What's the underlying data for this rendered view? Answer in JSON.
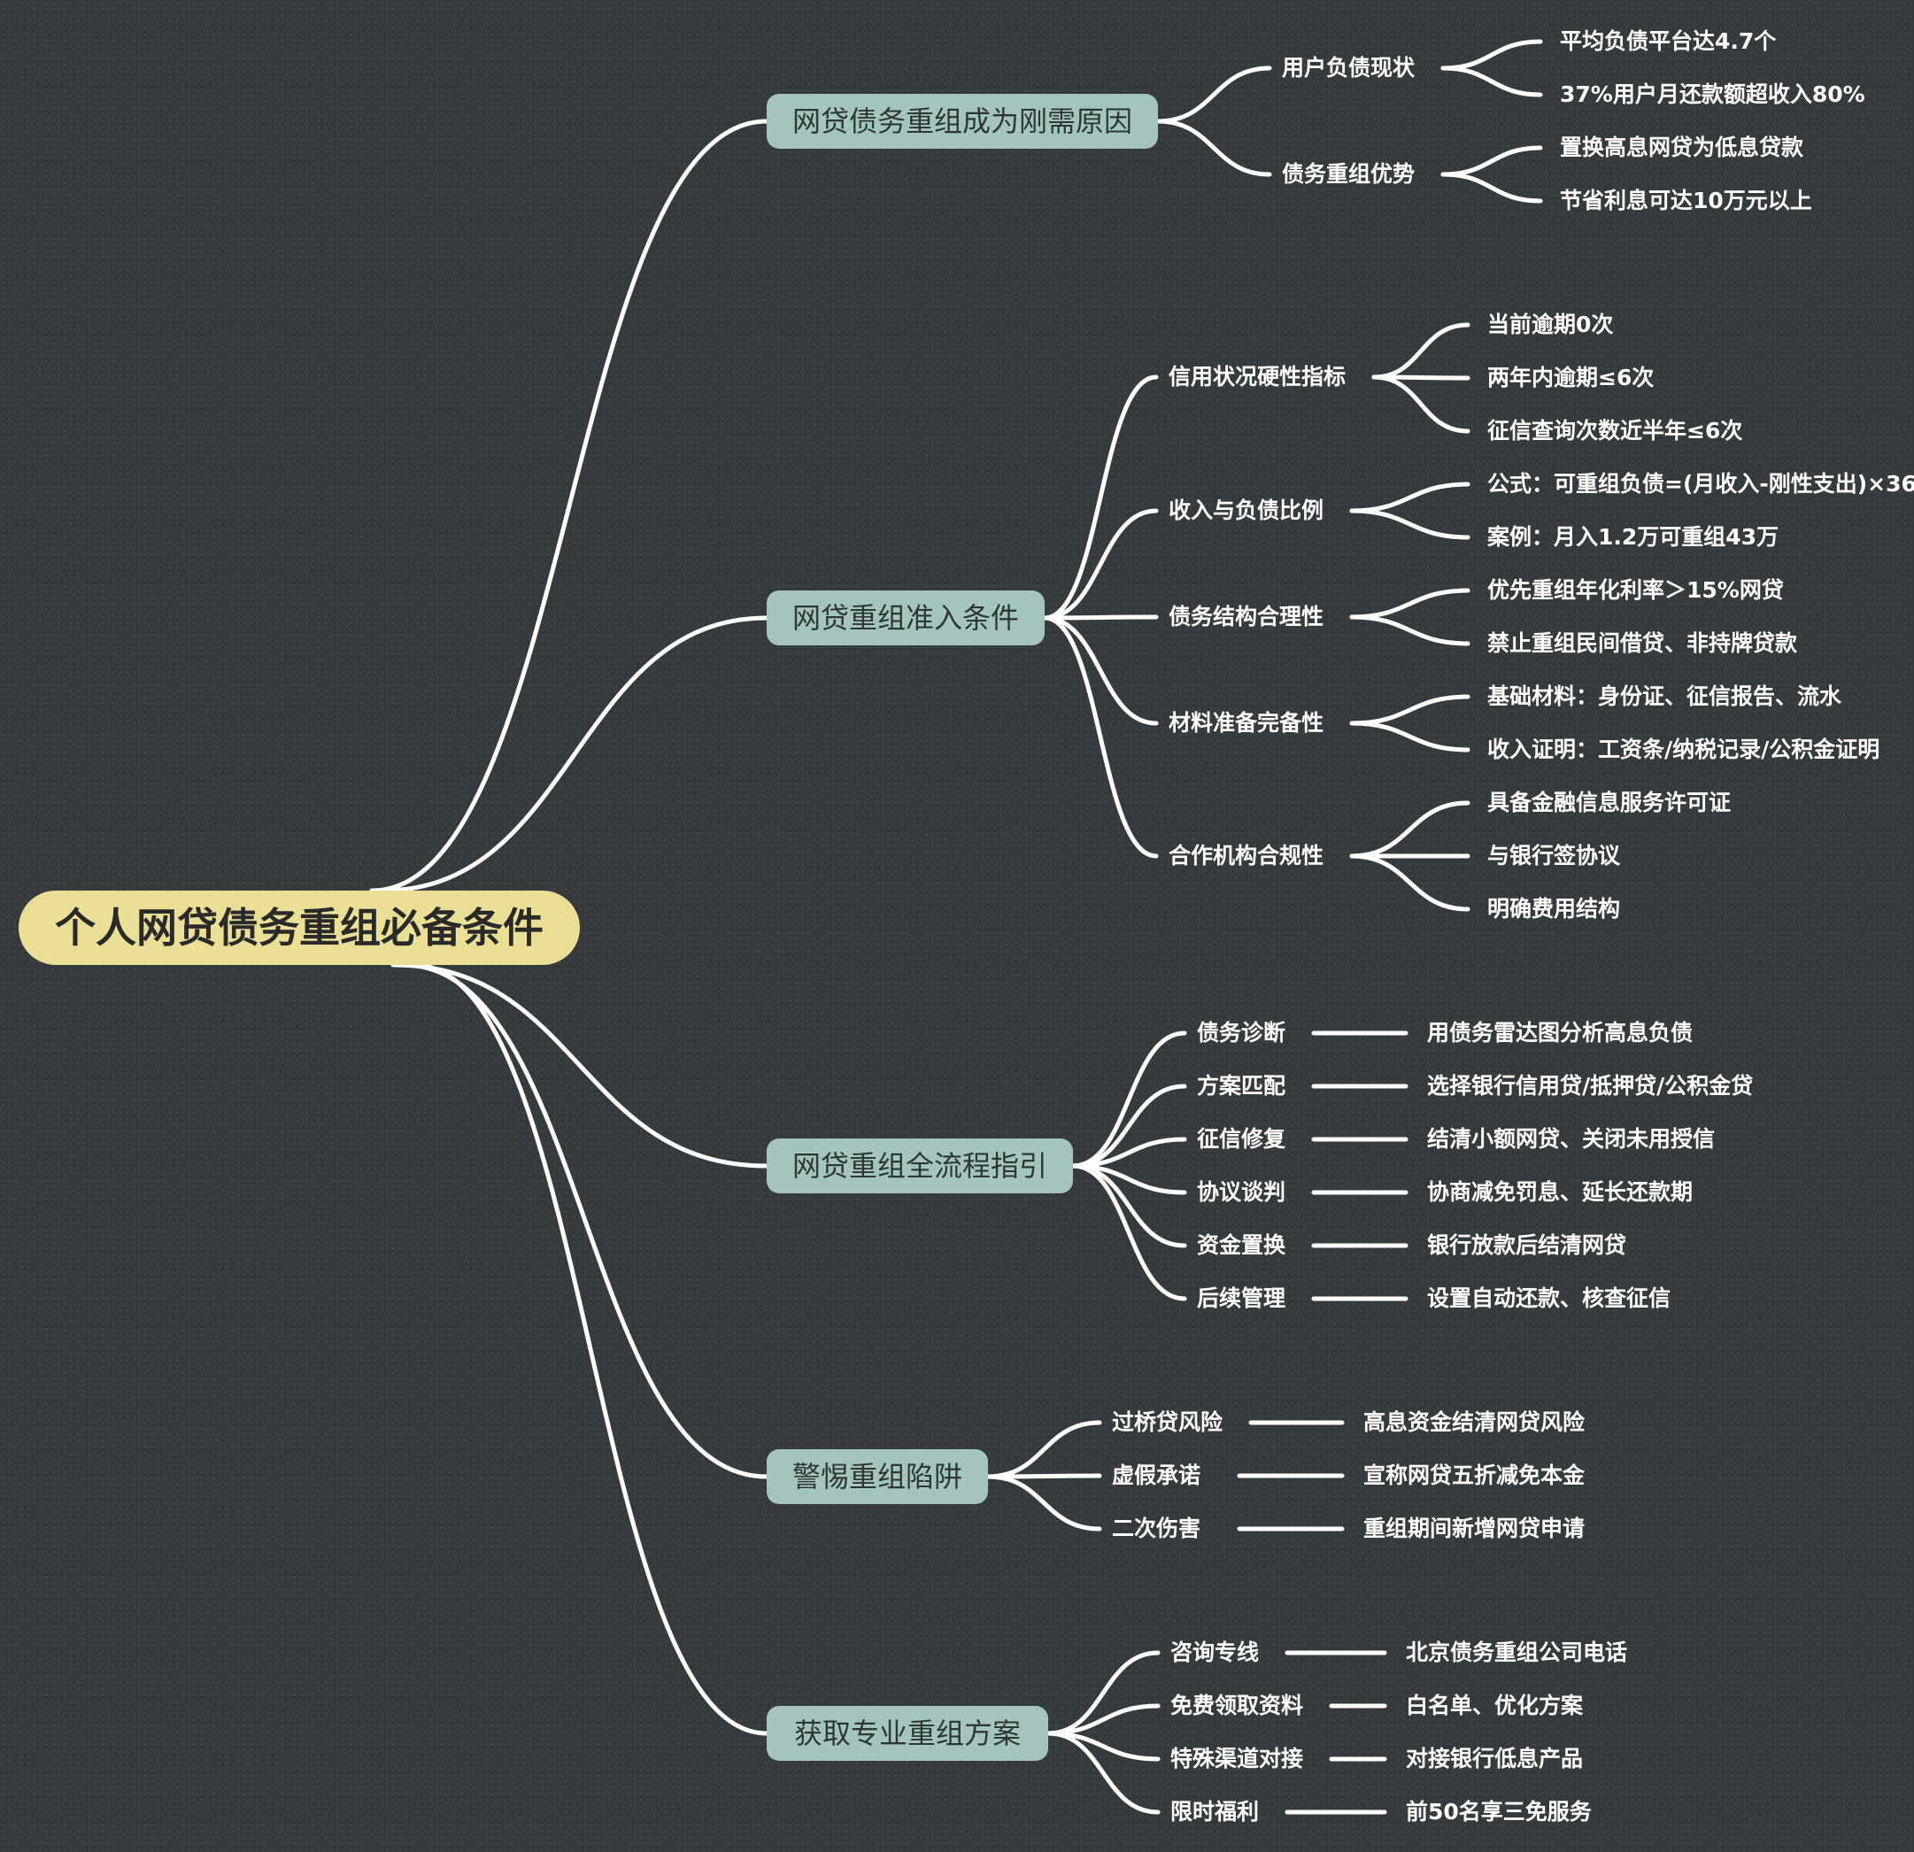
{
  "colors": {
    "background": "#353a3d",
    "root_fill": "#ebdf96",
    "main_fill": "#a5c4bd",
    "line": "#ffffff"
  },
  "mindmap": {
    "root": {
      "label": "个人网贷债务重组必备条件"
    },
    "branches": [
      {
        "label": "网贷债务重组成为刚需原因",
        "children": [
          {
            "label": "用户负债现状",
            "children": [
              "平均负债平台达4.7个",
              "37%用户月还款额超收入80%"
            ]
          },
          {
            "label": "债务重组优势",
            "children": [
              "置换高息网贷为低息贷款",
              "节省利息可达10万元以上"
            ]
          }
        ]
      },
      {
        "label": "网贷重组准入条件",
        "children": [
          {
            "label": "信用状况硬性指标",
            "children": [
              "当前逾期0次",
              "两年内逾期≤6次",
              "征信查询次数近半年≤6次"
            ]
          },
          {
            "label": "收入与负债比例",
            "children": [
              "公式：可重组负债=(月收入-刚性支出)×36",
              "案例：月入1.2万可重组43万"
            ]
          },
          {
            "label": "债务结构合理性",
            "children": [
              "优先重组年化利率＞15%网贷",
              "禁止重组民间借贷、非持牌贷款"
            ]
          },
          {
            "label": "材料准备完备性",
            "children": [
              "基础材料：身份证、征信报告、流水",
              "收入证明：工资条/纳税记录/公积金证明"
            ]
          },
          {
            "label": "合作机构合规性",
            "children": [
              "具备金融信息服务许可证",
              "与银行签协议",
              "明确费用结构"
            ]
          }
        ]
      },
      {
        "label": "网贷重组全流程指引",
        "children": [
          {
            "label": "债务诊断",
            "children": [
              "用债务雷达图分析高息负债"
            ]
          },
          {
            "label": "方案匹配",
            "children": [
              "选择银行信用贷/抵押贷/公积金贷"
            ]
          },
          {
            "label": "征信修复",
            "children": [
              "结清小额网贷、关闭未用授信"
            ]
          },
          {
            "label": "协议谈判",
            "children": [
              "协商减免罚息、延长还款期"
            ]
          },
          {
            "label": "资金置换",
            "children": [
              "银行放款后结清网贷"
            ]
          },
          {
            "label": "后续管理",
            "children": [
              "设置自动还款、核查征信"
            ]
          }
        ]
      },
      {
        "label": "警惕重组陷阱",
        "children": [
          {
            "label": "过桥贷风险",
            "children": [
              "高息资金结清网贷风险"
            ]
          },
          {
            "label": "虚假承诺",
            "children": [
              "宣称网贷五折减免本金"
            ]
          },
          {
            "label": "二次伤害",
            "children": [
              "重组期间新增网贷申请"
            ]
          }
        ]
      },
      {
        "label": "获取专业重组方案",
        "children": [
          {
            "label": "咨询专线",
            "children": [
              "北京债务重组公司电话"
            ]
          },
          {
            "label": "免费领取资料",
            "children": [
              "白名单、优化方案"
            ]
          },
          {
            "label": "特殊渠道对接",
            "children": [
              "对接银行低息产品"
            ]
          },
          {
            "label": "限时福利",
            "children": [
              "前50名享三免服务"
            ]
          }
        ]
      }
    ]
  }
}
